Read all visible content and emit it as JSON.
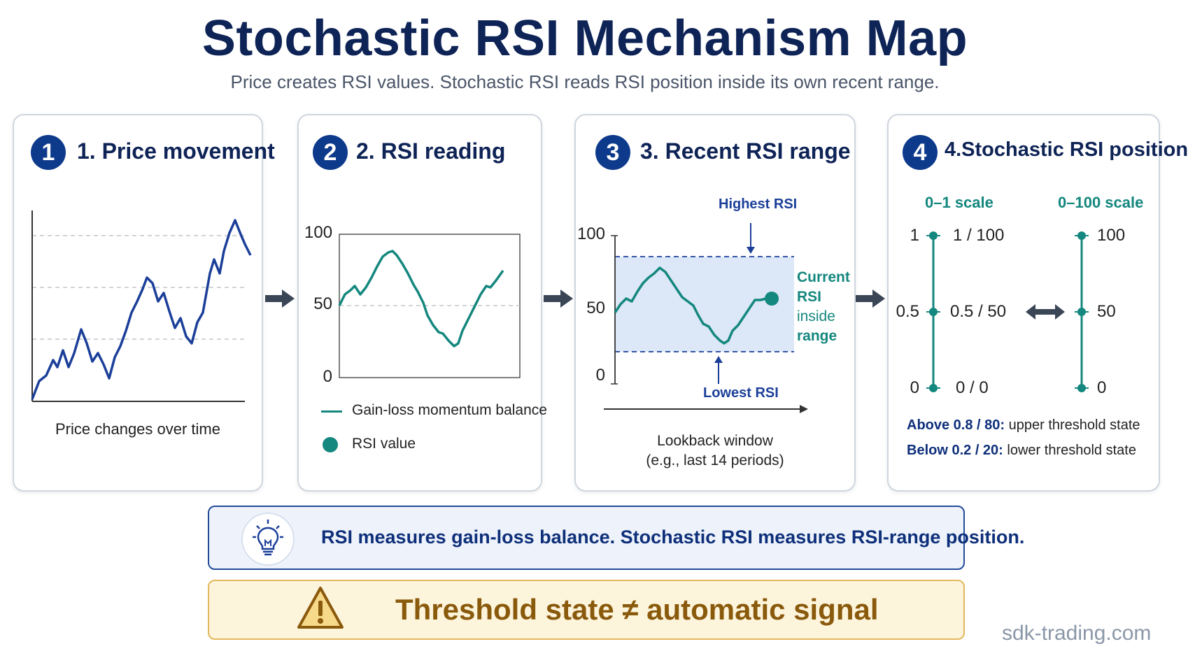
{
  "title": "Stochastic RSI Mechanism Map",
  "subtitle": "Price creates RSI values. Stochastic RSI reads RSI position inside its own recent range.",
  "colors": {
    "navy": "#0e2356",
    "blue": "#1b3f99",
    "teal": "#14877e",
    "range_fill": "#dce8f7",
    "warn": "#8a5a0c"
  },
  "panels": [
    {
      "number": "1",
      "title": "1. Price movement",
      "caption": "Price changes over time"
    },
    {
      "number": "2",
      "title": "2. RSI reading",
      "axis_ticks": [
        "100",
        "50",
        "0"
      ],
      "legend_line": "Gain-loss momentum balance",
      "legend_dot": "RSI value"
    },
    {
      "number": "3",
      "title": "3. Recent RSI range",
      "axis_ticks": [
        "100",
        "50",
        "0"
      ],
      "highest": "Highest RSI",
      "lowest": "Lowest RSI",
      "current": [
        "Current",
        "RSI",
        "inside",
        "range"
      ],
      "lookback_1": "Lookback window",
      "lookback_2": "(e.g., last 14 periods)"
    },
    {
      "number": "4",
      "title": "4.Stochastic RSI position",
      "scale_left": "0–1 scale",
      "scale_right": "0–100 scale",
      "left_ticks": [
        "1",
        "0.5",
        "0"
      ],
      "mid_labels": [
        "1 / 100",
        "0.5 / 50",
        "0 / 0"
      ],
      "right_ticks": [
        "100",
        "50",
        "0"
      ],
      "above_bold": "Above 0.8 / 80:",
      "above_text": "upper threshold state",
      "below_bold": "Below 0.2 / 20:",
      "below_text": "lower threshold state"
    }
  ],
  "banner_info": "RSI measures gain-loss balance. Stochastic RSI measures RSI-range position.",
  "banner_warning": "Threshold state ≠ automatic signal",
  "footer": "sdk-trading.com",
  "icons": [
    "arrow-right-icon",
    "lightbulb-icon",
    "warning-icon",
    "double-arrow-icon"
  ]
}
